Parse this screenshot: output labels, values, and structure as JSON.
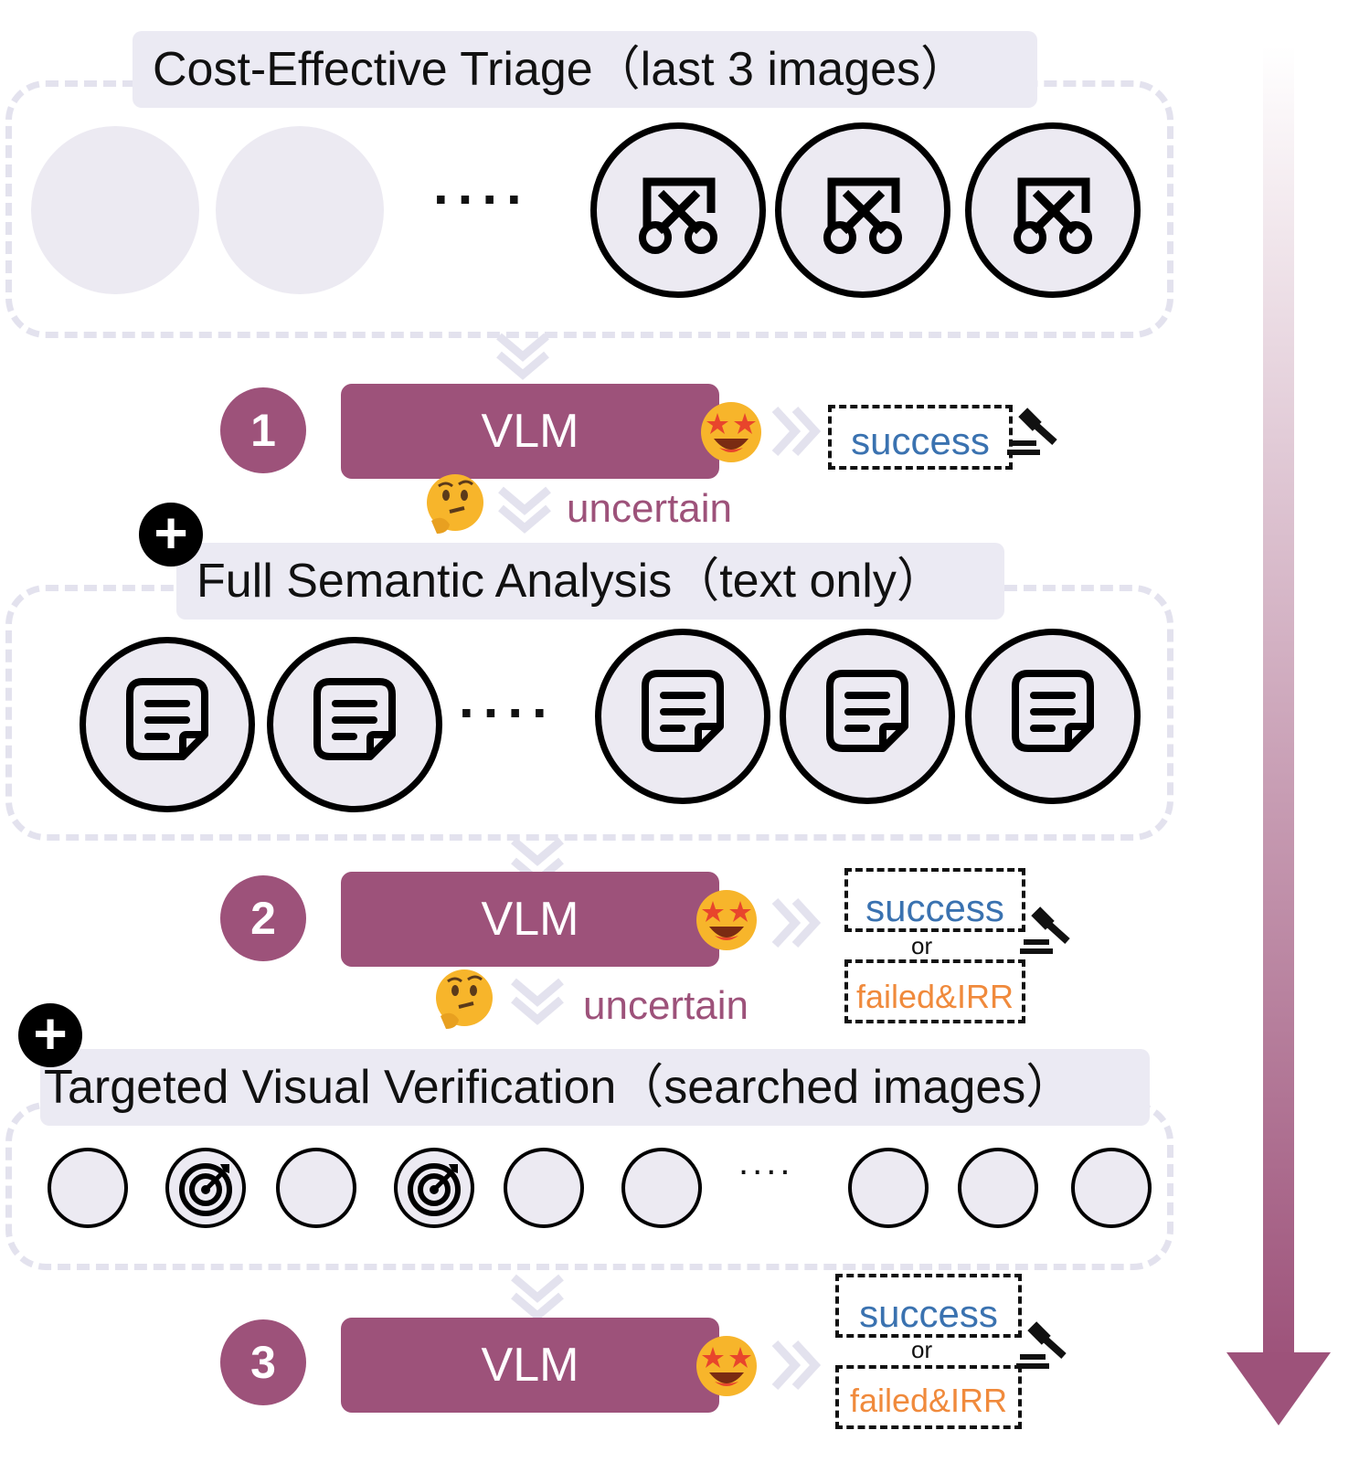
{
  "stages": {
    "triage_title": "Cost-Effective Triage（last 3 images）",
    "semantic_title": "Full Semantic Analysis（text only）",
    "visual_title": "Targeted Visual Verification（searched images）"
  },
  "steps": [
    {
      "number": "1",
      "model": "VLM",
      "uncertain": "uncertain",
      "result_success": "success"
    },
    {
      "number": "2",
      "model": "VLM",
      "uncertain": "uncertain",
      "result_success": "success",
      "result_or": "or",
      "result_failed": "failed&IRR"
    },
    {
      "number": "3",
      "model": "VLM",
      "result_success": "success",
      "result_or": "or",
      "result_failed": "failed&IRR"
    }
  ],
  "ellipsis": "....",
  "plus": "+",
  "icons": {
    "triage_items": "crop-icon",
    "semantic_items": "document-icon",
    "visual_target": "target-icon",
    "confident": "star-struck-emoji-icon",
    "thinking": "thinking-emoji-icon",
    "verdict": "gavel-icon"
  },
  "colors": {
    "accent": "#9d527a",
    "panel": "#ebeaf3",
    "success": "#3a72b0",
    "failed": "#f08a3c"
  }
}
